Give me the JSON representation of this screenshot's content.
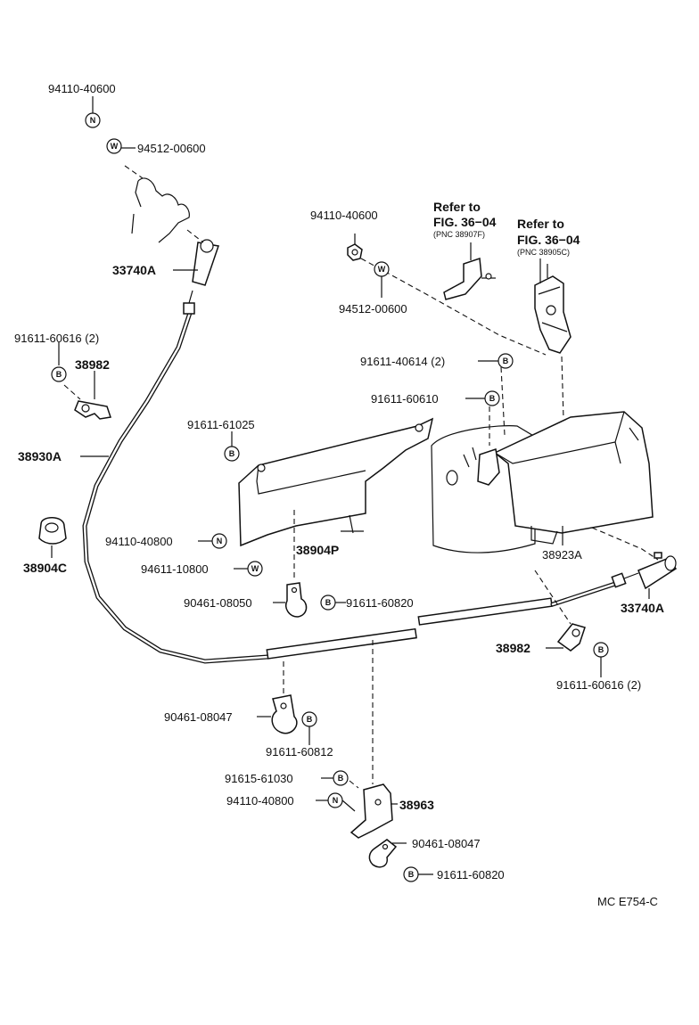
{
  "diagram_code": "MC E754-C",
  "symbols": {
    "bolt": "B",
    "nut": "N",
    "washer": "W"
  },
  "labels": {
    "nut_94110_40600_top": "94110-40600",
    "washer_94512_00600_top": "94512-00600",
    "cable_end_33740a_top": "33740A",
    "bolt_91611_60616_left": "91611-60616 (2)",
    "clamp_38982_left": "38982",
    "cable_38930a": "38930A",
    "grommet_38904c": "38904C",
    "bolt_91611_61025": "91611-61025",
    "nut_94110_40800_mid": "94110-40800",
    "washer_94611_10800": "94611-10800",
    "clip_90461_08050": "90461-08050",
    "bolt_91611_60820_mid": "91611-60820",
    "bracket_38904p": "38904P",
    "nut_94110_40600_mid": "94110-40600",
    "washer_94512_00600_mid": "94512-00600",
    "refer_to_1": "Refer to",
    "fig_1": "FIG. 36−04",
    "pnc_1": "(PNC 38907F)",
    "refer_to_2": "Refer to",
    "fig_2": "FIG. 36−04",
    "pnc_2": "(PNC 38905C)",
    "bolt_91611_40614": "91611-40614 (2)",
    "bolt_91611_60610": "91611-60610",
    "cover_38923a": "38923A",
    "cable_end_33740a_right": "33740A",
    "clamp_38982_right": "38982",
    "bolt_91611_60616_right": "91611-60616 (2)",
    "clip_90461_08047_left": "90461-08047",
    "bolt_91611_60812": "91611-60812",
    "bolt_91615_61030": "91615-61030",
    "nut_94110_40800_bottom": "94110-40800",
    "bracket_38963": "38963",
    "clip_90461_08047_bottom": "90461-08047",
    "bolt_91611_60820_bottom": "91611-60820"
  }
}
